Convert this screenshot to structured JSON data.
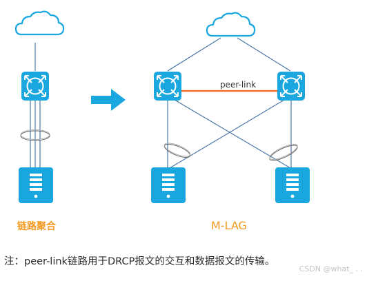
{
  "diagram": {
    "left_caption": "链路聚合",
    "right_caption": "M-LAG",
    "peer_link_label": "peer-link",
    "note": "注：peer-link链路用于DRCP报文的交互和数据报文的传输。",
    "watermark": "CSDN @what_ . ."
  },
  "colors": {
    "device_blue": "#1aa7e0",
    "arrow_blue": "#1aa7e0",
    "peer_link_orange": "#f26a1b",
    "link_blue": "#5b8fbf",
    "caption_orange": "#f39a1f",
    "cloud_outline": "#1aa7e0"
  },
  "icons": [
    "cloud-icon",
    "switch-icon",
    "server-icon",
    "arrow-right-icon",
    "link-aggregation-ring-icon"
  ]
}
